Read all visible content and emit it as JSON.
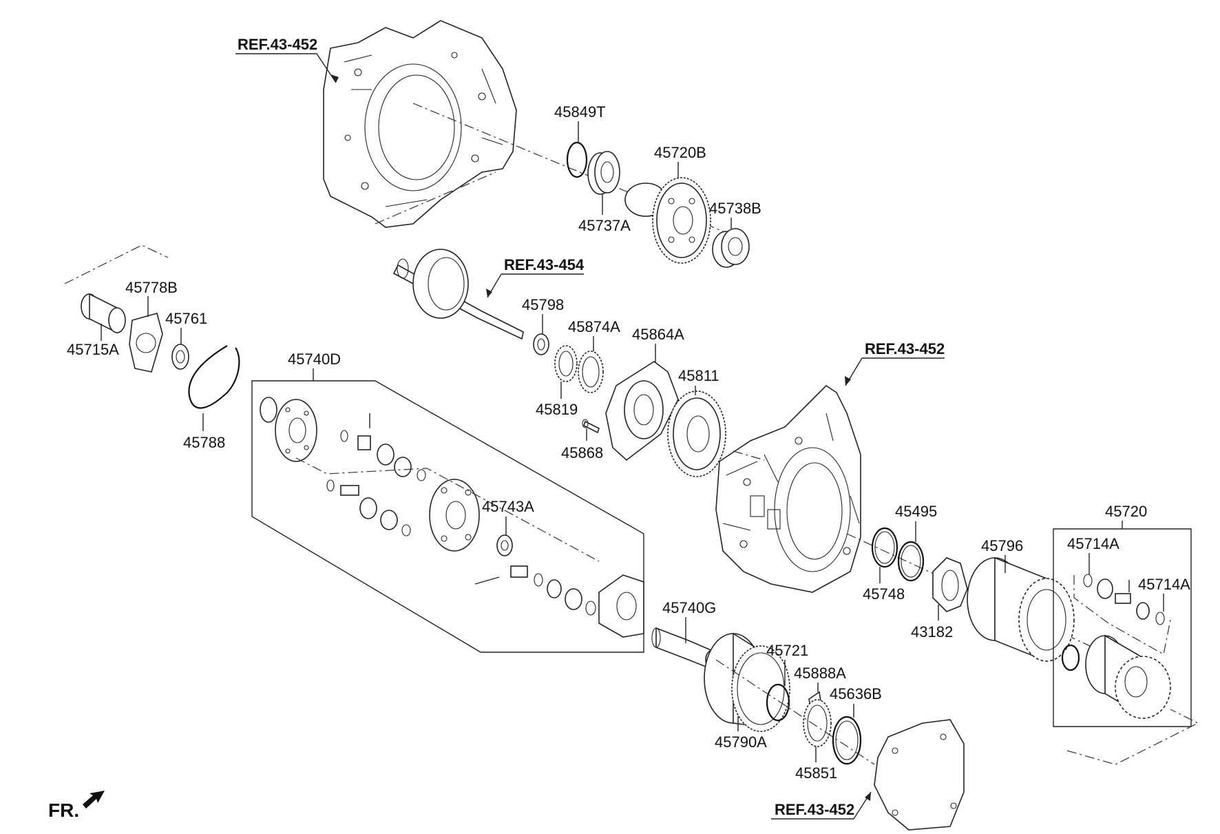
{
  "refs": {
    "top_case": "REF.43-452",
    "shaft": "REF.43-454",
    "right_case": "REF.43-452",
    "bottom_cover": "REF.43-452"
  },
  "front_indicator": "FR.",
  "parts": {
    "p45849T": "45849T",
    "p45720B": "45720B",
    "p45737A": "45737A",
    "p45738B": "45738B",
    "p45778B": "45778B",
    "p45761": "45761",
    "p45715A": "45715A",
    "p45788": "45788",
    "p45740D": "45740D",
    "p45798": "45798",
    "p45874A": "45874A",
    "p45864A": "45864A",
    "p45811": "45811",
    "p45819": "45819",
    "p45868": "45868",
    "p45743A": "45743A",
    "p45495": "45495",
    "p45720": "45720",
    "p45714A_a": "45714A",
    "p45714A_b": "45714A",
    "p45796": "45796",
    "p45748": "45748",
    "p43182": "43182",
    "p45740G": "45740G",
    "p45721": "45721",
    "p45888A": "45888A",
    "p45636B": "45636B",
    "p45790A": "45790A",
    "p45851": "45851"
  }
}
